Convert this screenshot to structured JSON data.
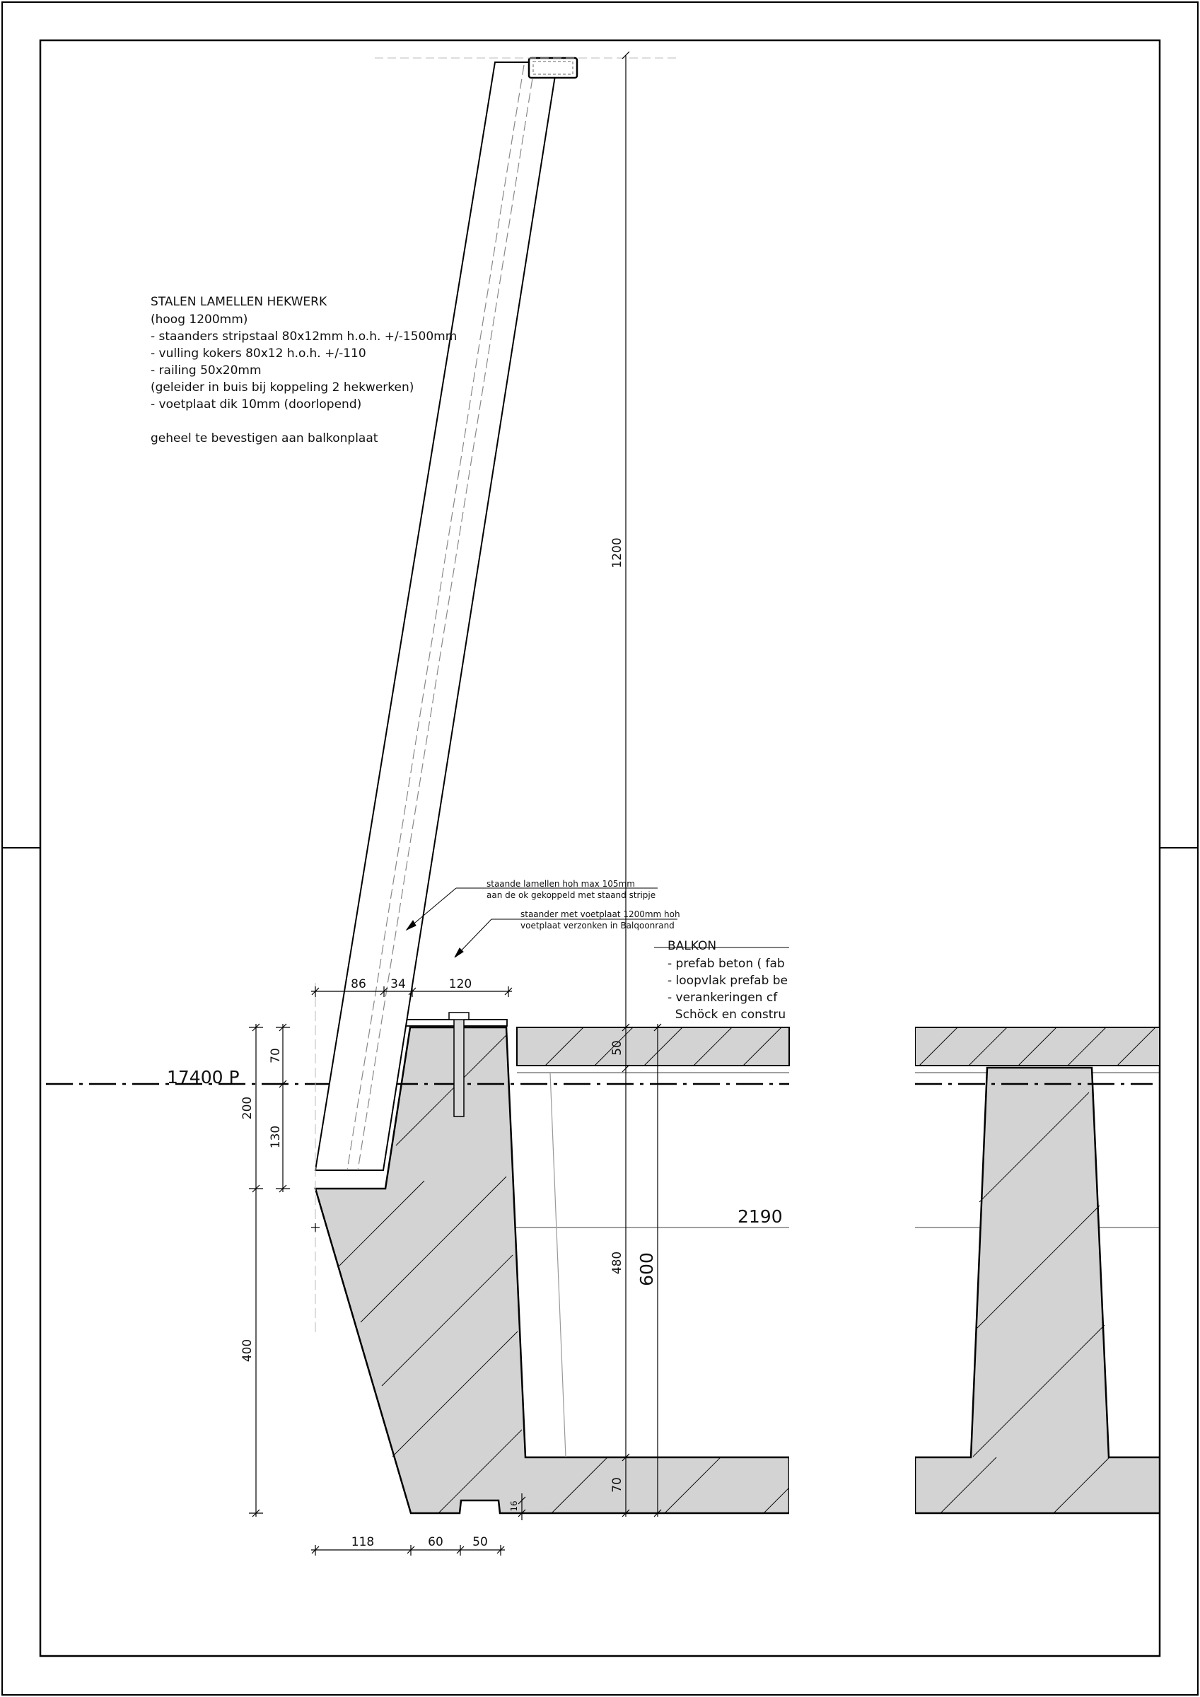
{
  "colors": {
    "concrete_fill": "#d3d3d3",
    "line": "#000000",
    "guide": "#999999"
  },
  "railing_note": {
    "lines": [
      "STALEN LAMELLEN HEKWERK",
      "(hoog 1200mm)",
      "- staanders stripstaal 80x12mm h.o.h. +/-1500mm",
      "- vulling kokers 80x12 h.o.h. +/-110",
      "- railing 50x20mm",
      "(geleider in buis bij koppeling 2 hekwerken)",
      "- voetplaat dik 10mm (doorlopend)",
      "",
      "geheel te bevestigen aan balkonplaat"
    ]
  },
  "callout_lamellen": [
    "staande lamellen hoh max 105mm",
    "aan de ok gekoppeld met staand stripje"
  ],
  "callout_staander": [
    "staander met voetplaat 1200mm hoh",
    "voetplaat verzonken in Balqoonrand"
  ],
  "balkon_note": {
    "lines": [
      "BALKON",
      "- prefab beton ( fab",
      "- loopvlak prefab be",
      "- verankeringen  cf",
      "  Schöck en constru"
    ]
  },
  "level_label": "17400 P",
  "dimensions": {
    "height_1200": "1200",
    "d86": "86",
    "d34": "34",
    "d120": "120",
    "d70_top": "70",
    "d130": "130",
    "d200": "200",
    "d400": "400",
    "d50": "50",
    "d480": "480",
    "d600": "600",
    "d70_bottom": "70",
    "d16": "16",
    "d118": "118",
    "d60": "60",
    "d50_bottom": "50",
    "span_2190": "2190"
  }
}
